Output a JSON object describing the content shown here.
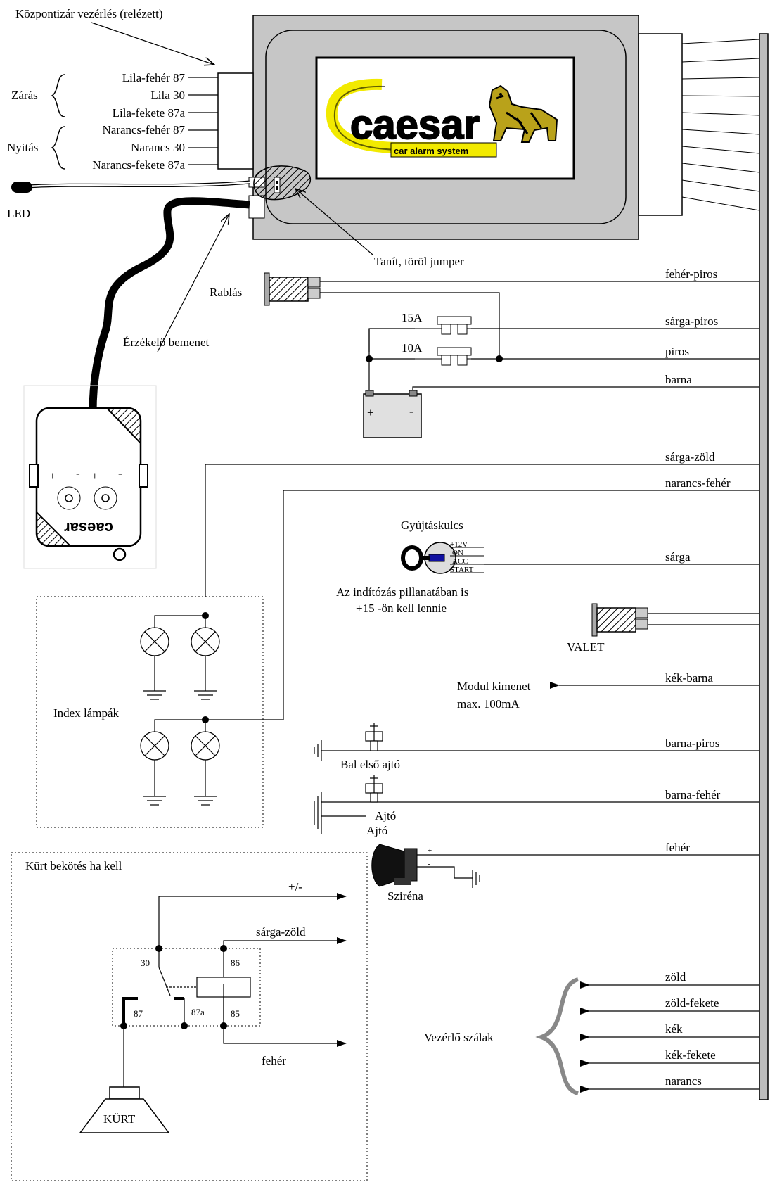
{
  "module": {
    "logo_text": "caesar",
    "logo_subtitle": "car alarm system",
    "logo_color": "#f2ea00",
    "central_lock_label": "Központizár vezérlés (relézett)",
    "close_group": "Zárás",
    "open_group": "Nyitás",
    "pins": [
      "Lila-fehér 87",
      "Lila 30",
      "Lila-fekete 87a",
      "Narancs-fehér 87",
      "Narancs 30",
      "Narancs-fekete 87a"
    ],
    "led_label": "LED",
    "jumper_label": "Tanít, töröl jumper",
    "sensor_input_label": "Érzékelő bemenet"
  },
  "sensor": {
    "brand": "caesar",
    "plus_minus": [
      "+",
      "-",
      "+",
      "-"
    ]
  },
  "wires": [
    {
      "label": "fehér-piros"
    },
    {
      "label": "sárga-piros"
    },
    {
      "label": "piros"
    },
    {
      "label": "barna"
    },
    {
      "label": "sárga-zöld"
    },
    {
      "label": "narancs-fehér"
    },
    {
      "label": "sárga"
    },
    {
      "label": "kék-barna"
    },
    {
      "label": "barna-piros"
    },
    {
      "label": "barna-fehér"
    },
    {
      "label": "fehér"
    }
  ],
  "control_wires": {
    "group_label": "Vezérlő szálak",
    "items": [
      "zöld",
      "zöld-fekete",
      "kék",
      "kék-fekete",
      "narancs"
    ]
  },
  "components": {
    "robbery": "Rablás",
    "fuse1": "15A",
    "fuse2": "10A",
    "battery_plus": "+",
    "battery_minus": "-",
    "ignition_key": "Gyújtáskulcs",
    "ignition_positions": [
      "+12V",
      "ON",
      "ACC",
      "START"
    ],
    "ignition_note_1": "Az indítózás pillanatában is",
    "ignition_note_2": "+15 -ön kell lennie",
    "valet": "VALET",
    "module_output_1": "Modul kimenet",
    "module_output_2": "max. 100mA",
    "front_left_door": "Bal első ajtó",
    "door_1": "Ajtó",
    "door_2": "Ajtó",
    "siren": "Sziréna",
    "siren_plus": "+",
    "siren_minus": "-",
    "index_lamps": "Index lámpák"
  },
  "horn_box": {
    "title": "Kürt bekötés ha kell",
    "out_plus_minus": "+/-",
    "out_yellow_green": "sárga-zöld",
    "out_white": "fehér",
    "pin_30": "30",
    "pin_86": "86",
    "pin_87": "87",
    "pin_87a": "87a",
    "pin_85": "85",
    "horn": "KÜRT"
  }
}
